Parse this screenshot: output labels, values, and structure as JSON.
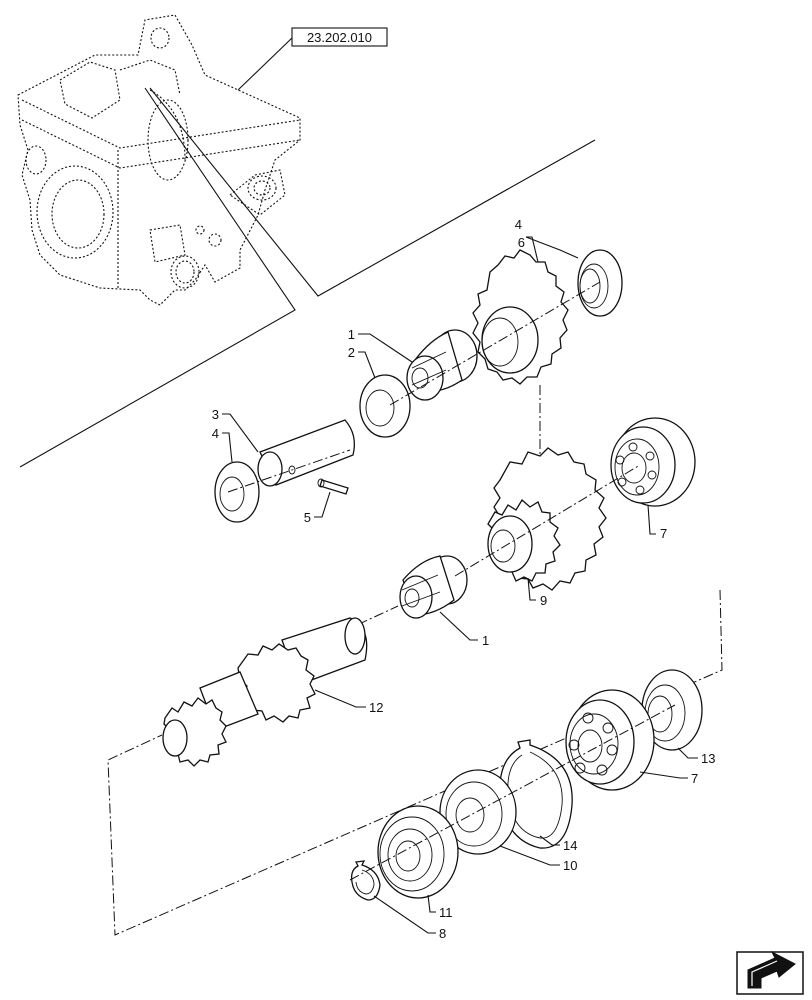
{
  "reference_label": "23.202.010",
  "callouts": {
    "c1a": "1",
    "c2": "2",
    "c3": "3",
    "c4a": "4",
    "c4b": "4",
    "c5": "5",
    "c6": "6",
    "c7a": "7",
    "c9": "9",
    "c1b": "1",
    "c12": "12",
    "c13": "13",
    "c7b": "7",
    "c14": "14",
    "c10": "10",
    "c11": "11",
    "c8": "8"
  },
  "nav_icon": "next-page-arrow-icon"
}
